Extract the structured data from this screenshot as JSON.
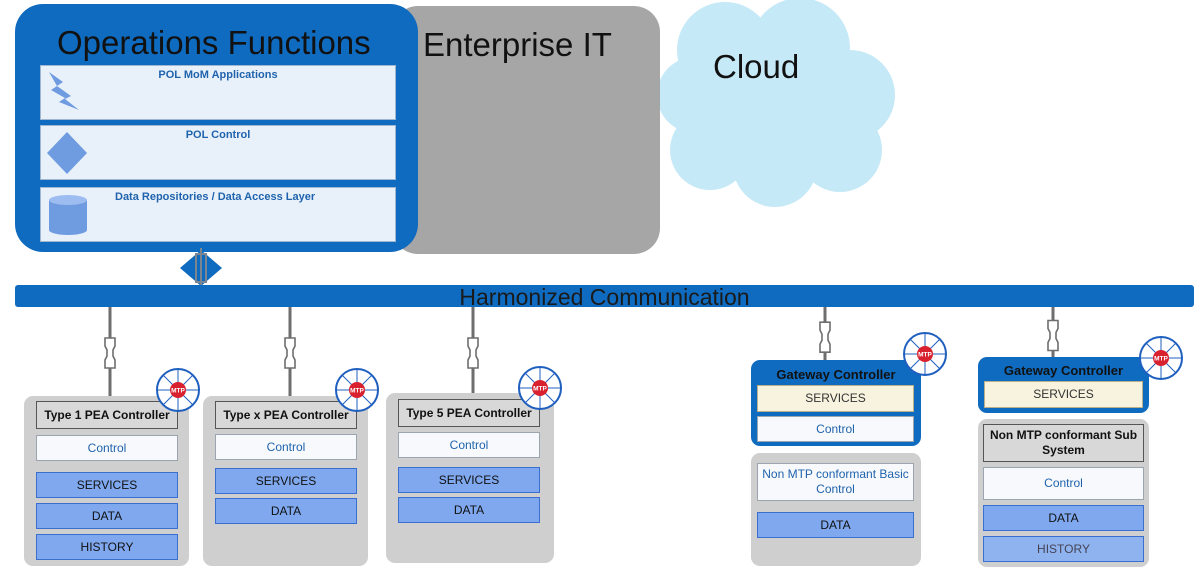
{
  "operations": {
    "title": "Operations Functions",
    "layers": [
      {
        "label": "POL MoM Applications",
        "icon": "lightning-icon"
      },
      {
        "label": "POL Control",
        "icon": "diamond-icon"
      },
      {
        "label": "Data Repositories / Data Access Layer",
        "icon": "database-icon"
      }
    ]
  },
  "enterprise": {
    "title": "Enterprise IT"
  },
  "cloud": {
    "title": "Cloud"
  },
  "bus": {
    "label": "Harmonized Communication"
  },
  "pea_controllers": [
    {
      "title": "Type 1 PEA Controller",
      "control": "Control",
      "services": "SERVICES",
      "data": "DATA",
      "history": "HISTORY"
    },
    {
      "title": "Type x PEA Controller",
      "control": "Control",
      "services": "SERVICES",
      "data": "DATA"
    },
    {
      "title": "Type 5 PEA Controller",
      "control": "Control",
      "services": "SERVICES",
      "data": "DATA"
    }
  ],
  "gateways": [
    {
      "title": "Gateway Controller",
      "services": "SERVICES",
      "control": "Control",
      "subsystem": {
        "label": "Non MTP conformant Basic Control",
        "data": "DATA"
      }
    },
    {
      "title": "Gateway Controller",
      "services": "SERVICES",
      "subsystem": {
        "title": "Non MTP conformant Sub System",
        "control": "Control",
        "data": "DATA",
        "history": "HISTORY"
      }
    }
  ],
  "mtp_badge": {
    "label": "MTP"
  },
  "colors": {
    "ops_blue": "#0f6bbf",
    "enterprise_gray": "#a6a6a6",
    "cloud_blue": "#c6e9f7",
    "badge_red": "#d8202e"
  }
}
